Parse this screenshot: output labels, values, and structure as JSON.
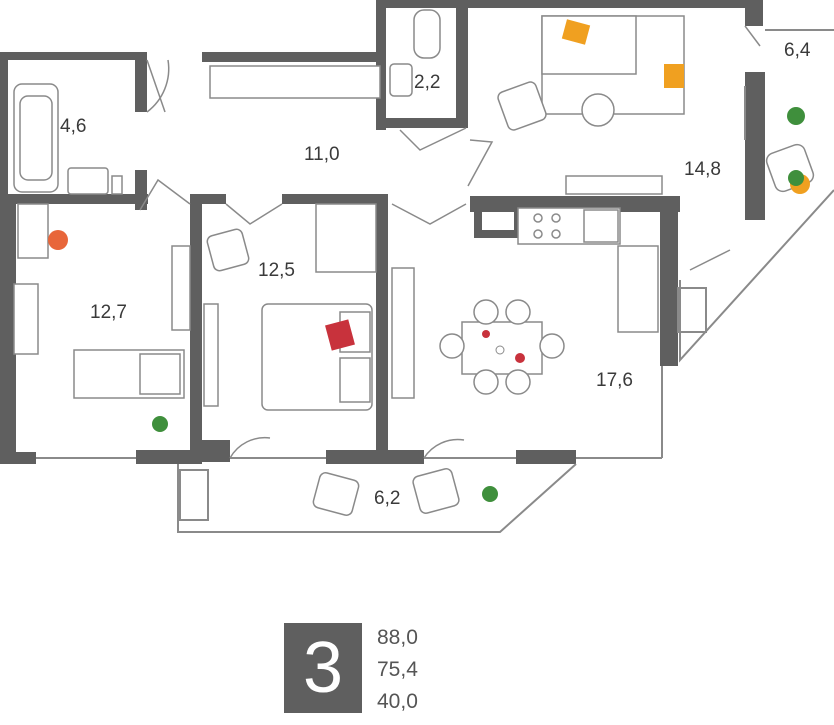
{
  "rooms": {
    "bathroom": "4,6",
    "hallway": "11,0",
    "wc": "2,2",
    "living_room": "14,8",
    "balcony_right": "6,4",
    "bedroom_left": "12,7",
    "bedroom_center": "12,5",
    "kitchen": "17,6",
    "balcony_bottom": "6,2"
  },
  "summary": {
    "room_count": "3",
    "total_area": "88,0",
    "living_area": "75,4",
    "third_value": "40,0"
  },
  "colors": {
    "wall": "#5f5f5f",
    "furniture_stroke": "#8a8a8a",
    "pillow_orange": "#f0a020",
    "pillow_red": "#c8323c",
    "lamp_orange": "#e8663a",
    "plant_green": "#3f8f3c"
  },
  "icons": [
    "bathtub-icon",
    "sink-icon",
    "toilet-icon",
    "sofa-icon",
    "armchair-icon",
    "bed-icon",
    "dining-table-icon",
    "stove-icon",
    "plant-icon",
    "desk-icon",
    "wardrobe-icon"
  ]
}
